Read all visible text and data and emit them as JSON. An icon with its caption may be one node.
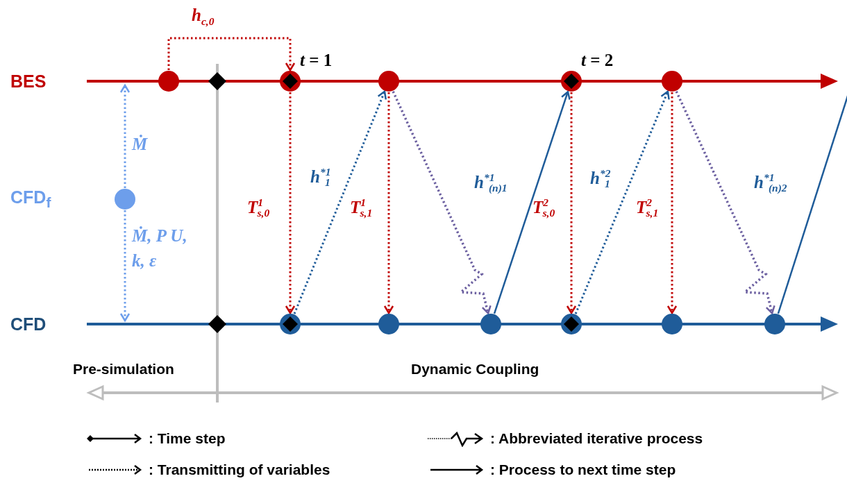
{
  "diagram": {
    "nodes": [
      {
        "text": [],
        "shape": "circle"
      },
      {
        "text": [],
        "shape": "diamond"
      },
      {
        "text": [],
        "shape": "circle",
        "beside": [
          "*t* = 1"
        ]
      },
      {
        "text": [],
        "shape": "circle"
      },
      {
        "text": [],
        "shape": "circle",
        "beside": [
          "*t* = 2"
        ]
      },
      {
        "text": [],
        "shape": "circle"
      },
      {
        "text": [],
        "shape": "circle"
      },
      {
        "text": [],
        "shape": "diamond"
      },
      {
        "text": [],
        "shape": "circle"
      },
      {
        "text": [],
        "shape": "circle"
      },
      {
        "text": [],
        "shape": "circle"
      },
      {
        "text": [],
        "shape": "circle"
      },
      {
        "text": [],
        "shape": "circle"
      },
      {
        "text": [],
        "shape": "circle"
      }
    ],
    "edges": [
      {
        "from": 0,
        "to": 2,
        "arrow": "to",
        "label": "h$_{c,0}$",
        "style": "dashed"
      },
      {
        "from": 6,
        "to": null,
        "arrow": "to",
        "label": "Ṁ",
        "style": "dashed",
        "color": "#6d9eeb"
      },
      {
        "from": 6,
        "to": null,
        "arrow": "to",
        "label": "Ṁ, P U, k, ε",
        "style": "dashed",
        "color": "#6d9eeb"
      },
      {
        "from": 2,
        "to": 8,
        "arrow": "to",
        "label": "T$^{1}$$_{s,0}$",
        "style": "dashed"
      },
      {
        "from": 8,
        "to": 3,
        "arrow": "to",
        "label": "h$^{*1}$$_{1}$",
        "style": "dashed",
        "color": "#1f5c99"
      },
      {
        "from": 3,
        "to": 9,
        "arrow": "to",
        "label": "T$^{1}$$_{s,1}$",
        "style": "dashed"
      },
      {
        "from": 3,
        "to": 10,
        "arrow": "to",
        "style": "dashed",
        "color": "#6b5fa0"
      },
      {
        "from": 10,
        "to": 4,
        "arrow": "to",
        "label": "h$^{*1}$$_{(n)1}$",
        "color": "#1f5c99"
      },
      {
        "from": 4,
        "to": 11,
        "arrow": "to",
        "label": "T$^{2}$$_{s,0}$",
        "style": "dashed"
      },
      {
        "from": 11,
        "to": 5,
        "arrow": "to",
        "label": "h$^{*2}$$_{1}$",
        "style": "dashed",
        "color": "#1f5c99"
      },
      {
        "from": 5,
        "to": 12,
        "arrow": "to",
        "label": "T$^{2}$$_{s,1}$",
        "style": "dashed"
      },
      {
        "from": 5,
        "to": 13,
        "arrow": "to",
        "style": "dashed",
        "color": "#6b5fa0"
      },
      {
        "from": 13,
        "to": null,
        "arrow": "none",
        "label": "h$^{*1}$$_{(n)2}$",
        "color": "#1f5c99"
      }
    ],
    "labels": [
      "BES",
      "CFD$_{f}$",
      "CFD",
      "Pre-simulation",
      "Dynamic Coupling"
    ],
    "legend": [
      {
        "text": ": Time step"
      },
      {
        "text": ": Transmitting of variables"
      },
      {
        "text": ": Abbreviated iterative process"
      },
      {
        "text": ": Process to next time step"
      }
    ]
  }
}
